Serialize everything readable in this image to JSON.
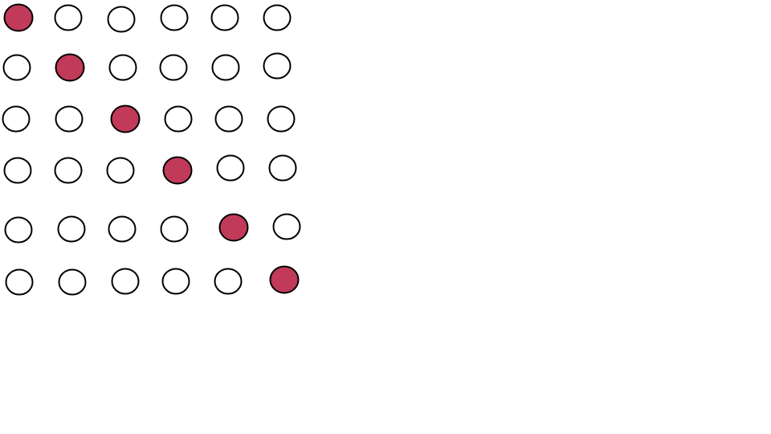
{
  "grid": {
    "rows": 6,
    "cols": 6,
    "filled": [
      [
        0,
        0
      ],
      [
        1,
        1
      ],
      [
        2,
        2
      ],
      [
        3,
        3
      ],
      [
        4,
        4
      ],
      [
        5,
        5
      ]
    ]
  },
  "colors": {
    "filled": "#c13a59",
    "empty": "#ffffff",
    "stroke": "#000000",
    "background": "#ffffff"
  }
}
